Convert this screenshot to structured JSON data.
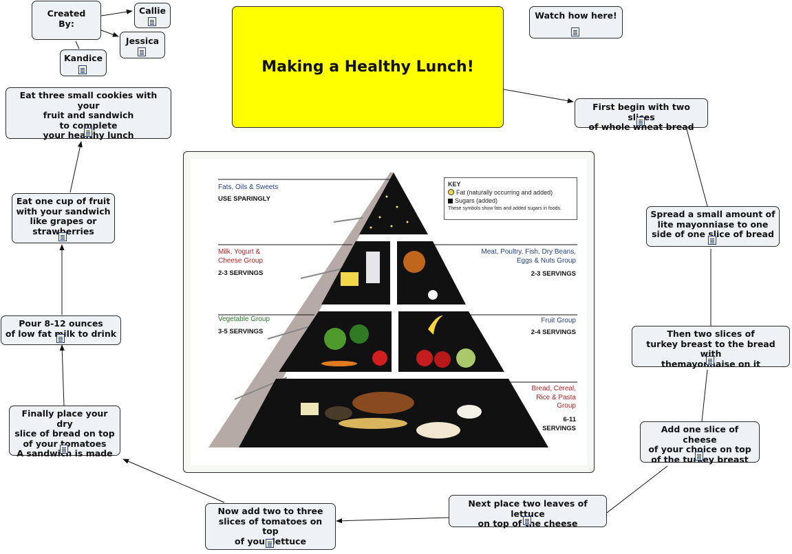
{
  "title": "Making a Healthy Lunch!",
  "nodes": {
    "created_by": "Created\nBy:",
    "callie": "Callie",
    "jessica": "Jessica",
    "kandice": "Kandice",
    "watch": "Watch how here!",
    "step1": "First begin with two slices\nof whole wheat bread",
    "step2": "Spread a small amount of\nlite mayonniase to one\nside of one slice of bread",
    "step3": "Then two slices of\nturkey breast to the bread with\nthemayonnaise on it",
    "step4": "Add one slice of cheese\nof your choice on top\nof the turkey breast",
    "step5": "Next place two leaves of lettuce\non top of the cheese",
    "step6": "Now add two to three\nslices of tomatoes on top\nof your lettuce",
    "step7": "Finally place your dry\nslice of bread on top\nof your tomatoes\nA sandwich is made",
    "step8": "Pour 8-12 ounces\nof low fat milk to drink",
    "step9": "Eat one cup of fruit\nwith your sandwich\nlike grapes or\nstrawberries",
    "step10": "Eat three small cookies with your\nfruit and sandwich\nto complete\nyour healthy lunch"
  },
  "pyramid": {
    "fats_group": "Fats, Oils & Sweets",
    "fats_servings": "USE SPARINGLY",
    "milk_group": "Milk, Yogurt &\nCheese Group",
    "milk_servings": "2-3 SERVINGS",
    "meat_group": "Meat, Poultry, Fish, Dry Beans,\nEggs & Nuts Group",
    "meat_servings": "2-3 SERVINGS",
    "veg_group": "Vegetable Group",
    "veg_servings": "3-5 SERVINGS",
    "fruit_group": "Fruit Group",
    "fruit_servings": "2-4 SERVINGS",
    "bread_group": "Bread, Cereal,\nRice & Pasta\nGroup",
    "bread_servings": "6-11\nSERVINGS",
    "key_title": "KEY",
    "key_fat": "Fat (naturally occurring and added)",
    "key_sugar": "Sugars (added)",
    "key_note": "These symbols show fats and added sugars in foods."
  },
  "colors": {
    "title_fill": "#ffff00",
    "node_fill": "#eef2f5",
    "pyramid_fill": "#111111"
  }
}
